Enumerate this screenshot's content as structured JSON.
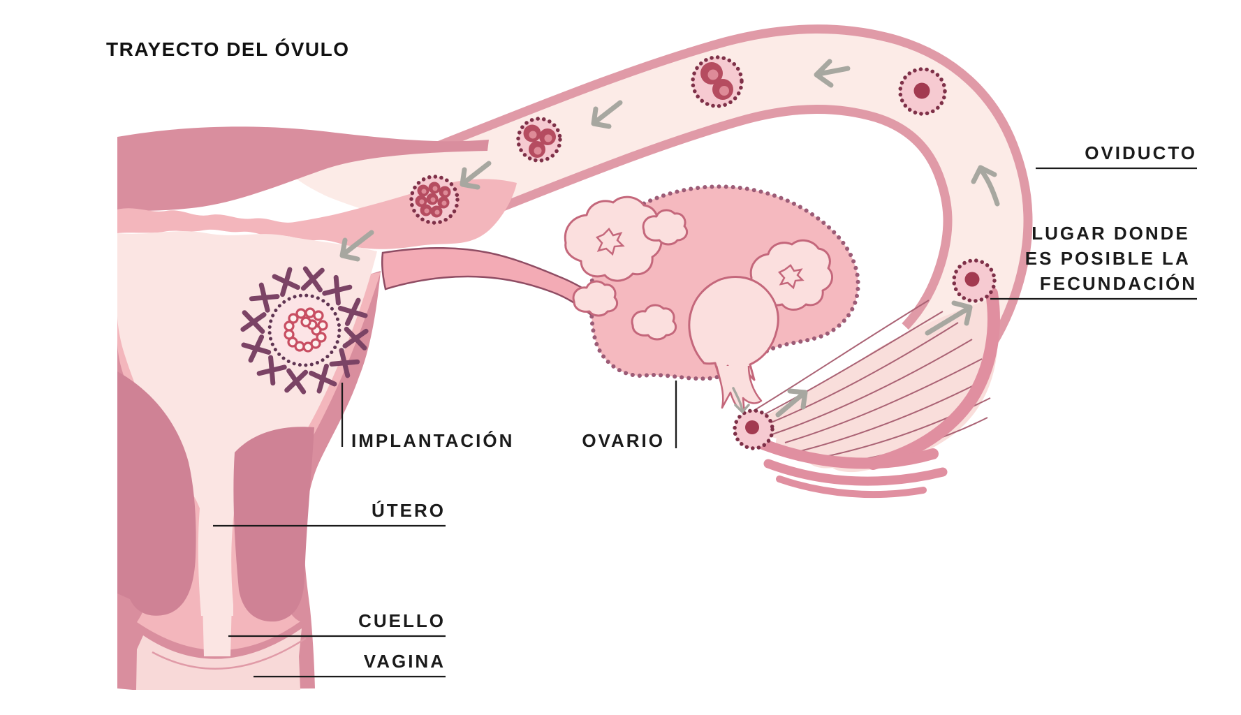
{
  "title": "TRAYECTO DEL ÓVULO",
  "labels": {
    "oviduct": "OVIDUCTO",
    "fertilization_site": [
      "LUGAR DONDE",
      "ES POSIBLE LA",
      "FECUNDACIÓN"
    ],
    "implantation": "IMPLANTACIÓN",
    "ovary": "OVARIO",
    "uterus": "ÚTERO",
    "cervix": "CUELLO",
    "vagina": "VAGINA"
  },
  "stages": [
    "ovum-released-from-ovary",
    "ovum-at-fertilization-site",
    "zygote",
    "embryo-2-cell",
    "embryo-3-cell",
    "morula",
    "blastocyst-implantation"
  ],
  "colors": {
    "background": "#ffffff",
    "tissue_dark": "#d98e9e",
    "tissue_lining": "#f3b6bc",
    "tissue_cavity": "#fbe5e3",
    "vagina_interior": "#f8d9d8",
    "tube_wall": "#e09aa7",
    "tube_interior": "#fcebe7",
    "ovary_fill": "#f5b9bf",
    "ovary_border": "#9c5b76",
    "follicle_fill": "#fbdfde",
    "follicle_outline": "#c4677b",
    "ligament_fill": "#f3abb5",
    "egg_fill": "#f6cad1",
    "egg_border": "#7e3048",
    "egg_nucleus": "#a23a50",
    "cell_fill": "#b54c60",
    "villi": "#7b4365",
    "arrow": "#a7a7a0",
    "text": "#1a1a1a"
  }
}
